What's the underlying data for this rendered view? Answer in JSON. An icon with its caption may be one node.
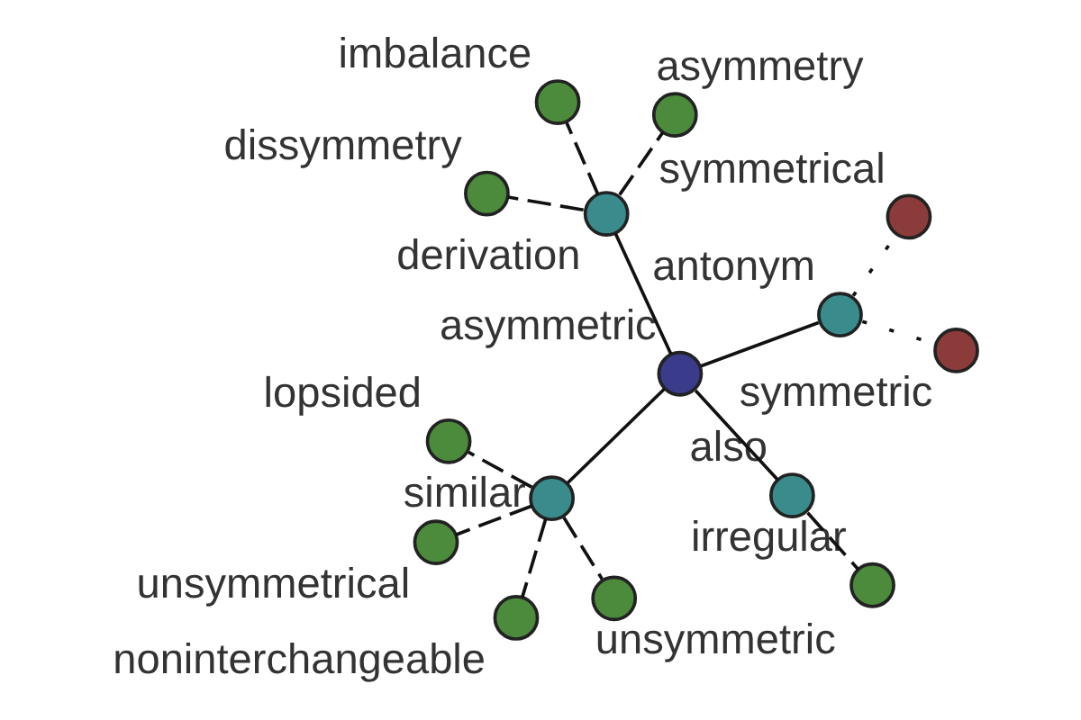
{
  "diagram": {
    "nodes": [
      {
        "text": [
          "asymmetric"
        ]
      },
      {
        "text": [
          "derivation"
        ]
      },
      {
        "text": [
          "asymmetry"
        ]
      },
      {
        "text": [
          "dissymmetry"
        ]
      },
      {
        "text": [
          "imbalance"
        ]
      },
      {
        "text": [
          "also"
        ]
      },
      {
        "text": [
          "irregular"
        ]
      },
      {
        "text": [
          "similar"
        ]
      },
      {
        "text": [
          "lopsided"
        ]
      },
      {
        "text": [
          "unsymmetrical"
        ]
      },
      {
        "text": [
          "unsymmetric"
        ]
      },
      {
        "text": [
          "noninterchangeable"
        ]
      },
      {
        "text": [
          "antonym"
        ]
      },
      {
        "text": [
          "symmetric"
        ]
      },
      {
        "text": [
          "symmetrical"
        ]
      }
    ],
    "edges": [
      {
        "from": 0,
        "to": 1,
        "arrow": "none"
      },
      {
        "from": 1,
        "to": 2,
        "arrow": "none",
        "style": "dashed"
      },
      {
        "from": 1,
        "to": 3,
        "arrow": "none",
        "style": "dashed"
      },
      {
        "from": 1,
        "to": 4,
        "arrow": "none",
        "style": "dashed"
      },
      {
        "from": 0,
        "to": 5,
        "arrow": "none"
      },
      {
        "from": 5,
        "to": 6,
        "arrow": "none",
        "style": "dashed"
      },
      {
        "from": 0,
        "to": 7,
        "arrow": "none"
      },
      {
        "from": 7,
        "to": 8,
        "arrow": "none",
        "style": "dashed"
      },
      {
        "from": 7,
        "to": 9,
        "arrow": "none",
        "style": "dashed"
      },
      {
        "from": 7,
        "to": 10,
        "arrow": "none",
        "style": "dashed"
      },
      {
        "from": 7,
        "to": 11,
        "arrow": "none",
        "style": "dashed"
      },
      {
        "from": 0,
        "to": 12,
        "arrow": "none"
      },
      {
        "from": 12,
        "to": 13,
        "arrow": "none",
        "style": "dashed"
      },
      {
        "from": 12,
        "to": 14,
        "arrow": "none",
        "style": "dashed"
      }
    ]
  }
}
